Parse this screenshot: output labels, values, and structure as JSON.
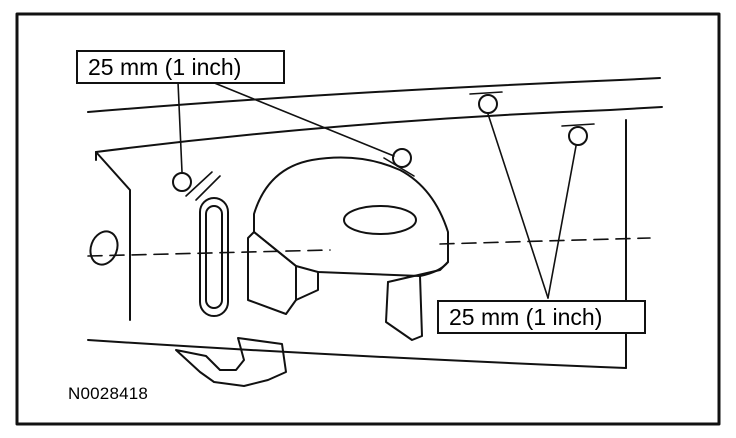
{
  "callouts": {
    "top_label": "25 mm (1 inch)",
    "bottom_label": "25 mm (1 inch)"
  },
  "figure_code": "N0028418",
  "colors": {
    "ink": "#111111",
    "paper": "#ffffff"
  }
}
